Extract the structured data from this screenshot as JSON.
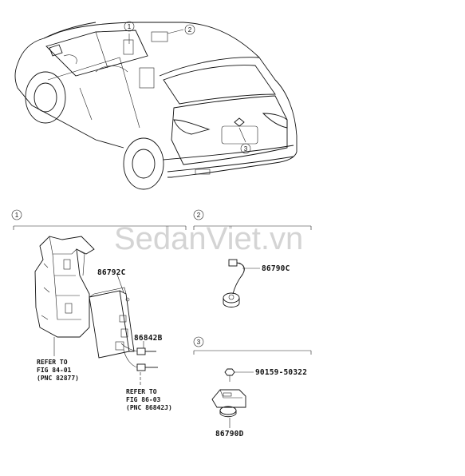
{
  "watermark": "SedanViet.vn",
  "callouts": {
    "c1": "1",
    "c2": "2",
    "c3": "3"
  },
  "parts": {
    "p86792c": "86792C",
    "p86842b": "86842B",
    "p86790c": "86790C",
    "p90159": "90159-50322",
    "p86790d": "86790D"
  },
  "notes": {
    "ref1": {
      "line1": "REFER TO",
      "line2": "FIG 84-01",
      "line3": "(PNC 82877)"
    },
    "ref2": {
      "line1": "REFER TO",
      "line2": "FIG 86-03",
      "line3": "(PNC 86842J)"
    }
  }
}
